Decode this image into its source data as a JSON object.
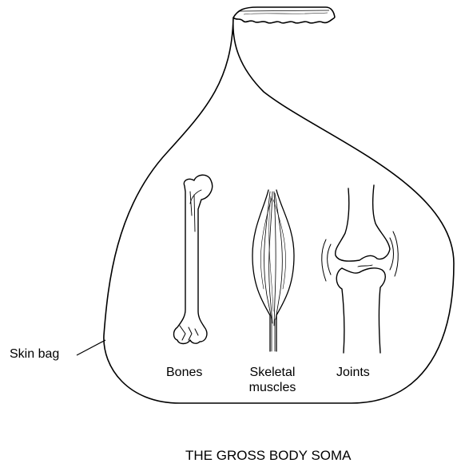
{
  "labels": {
    "skin_bag": "Skin bag",
    "bones": "Bones",
    "skeletal_muscles_line1": "Skeletal",
    "skeletal_muscles_line2": "muscles",
    "joints": "Joints"
  },
  "caption": "THE GROSS BODY SOMA",
  "icons": [
    "skin-bag-outline",
    "bone-icon",
    "muscle-icon",
    "joint-icon"
  ],
  "colors": {
    "ink": "#000000",
    "background": "#ffffff"
  }
}
